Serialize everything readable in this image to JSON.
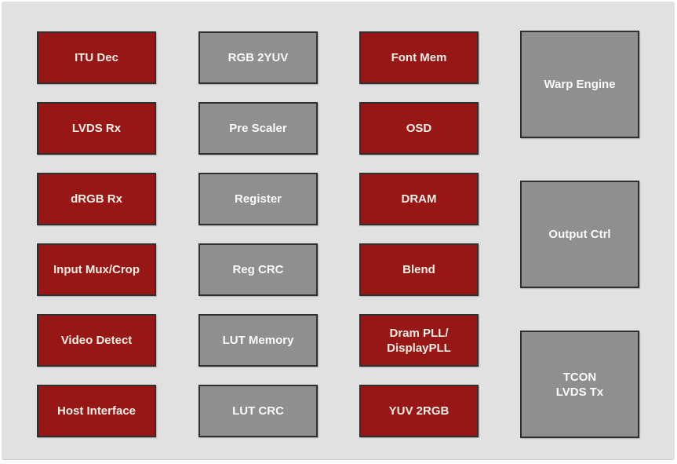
{
  "diagram": {
    "colors": {
      "background": "#e1e1e1",
      "block_red": "#971616",
      "block_gray": "#8f8f8f",
      "block_border": "#2f2f2f",
      "text_on_red": "#f5efe6",
      "text_on_gray": "#fafafa"
    },
    "columns": [
      {
        "blocks": [
          {
            "label": "ITU Dec",
            "color": "red"
          },
          {
            "label": "LVDS Rx",
            "color": "red"
          },
          {
            "label": "dRGB Rx",
            "color": "red"
          },
          {
            "label": "Input Mux/Crop",
            "color": "red"
          },
          {
            "label": "Video Detect",
            "color": "red"
          },
          {
            "label": "Host Interface",
            "color": "red"
          }
        ]
      },
      {
        "blocks": [
          {
            "label": "RGB 2YUV",
            "color": "gray"
          },
          {
            "label": "Pre Scaler",
            "color": "gray"
          },
          {
            "label": "Register",
            "color": "gray"
          },
          {
            "label": "Reg CRC",
            "color": "gray"
          },
          {
            "label": "LUT Memory",
            "color": "gray"
          },
          {
            "label": "LUT CRC",
            "color": "gray"
          }
        ]
      },
      {
        "blocks": [
          {
            "label": "Font Mem",
            "color": "red"
          },
          {
            "label": "OSD",
            "color": "red"
          },
          {
            "label": "DRAM",
            "color": "red"
          },
          {
            "label": "Blend",
            "color": "red"
          },
          {
            "label": "Dram PLL/\nDisplayPLL",
            "color": "red"
          },
          {
            "label": "YUV 2RGB",
            "color": "red"
          }
        ]
      },
      {
        "blocks": [
          {
            "label": "Warp Engine",
            "color": "gray",
            "size": "tall"
          },
          {
            "label": "Output Ctrl",
            "color": "gray",
            "size": "tall"
          },
          {
            "label": "TCON\nLVDS Tx",
            "color": "gray",
            "size": "tall"
          }
        ]
      }
    ]
  }
}
